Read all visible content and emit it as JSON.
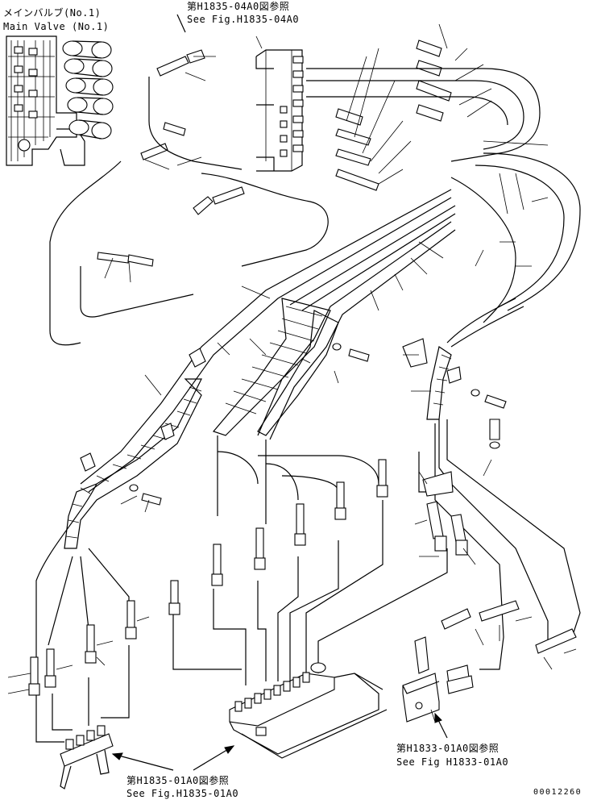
{
  "labels": {
    "main_valve_jp": "メインバルブ(No.1)",
    "main_valve_en": "Main Valve (No.1)",
    "ref_top_jp": "第H1835-04A0図参照",
    "ref_top_en": "See Fig.H1835-04A0",
    "ref_bottom_right_jp": "第H1833-01A0図参照",
    "ref_bottom_right_en": "See Fig H1833-01A0",
    "ref_bottom_left_jp": "第H1835-01A0図参照",
    "ref_bottom_left_en": "See Fig.H1835-01A0",
    "drawing_number": "00012260"
  }
}
